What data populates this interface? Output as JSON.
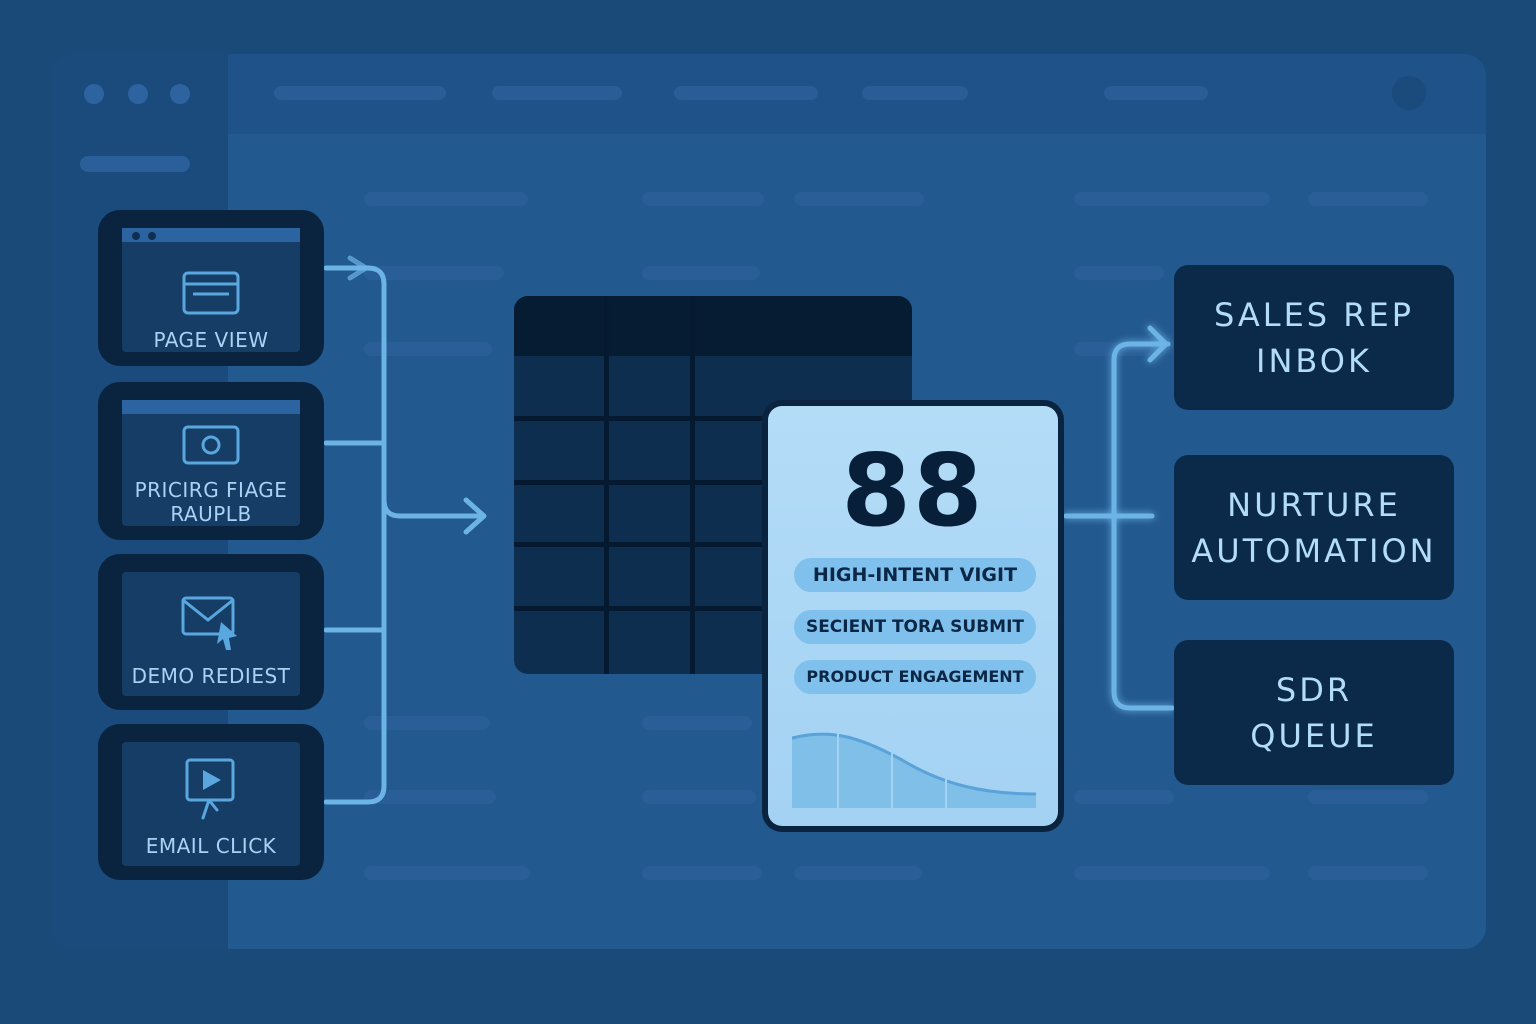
{
  "background": "#1a4a78",
  "accent": "#6db4e6",
  "sources": [
    {
      "icon": "browser-window-icon",
      "lines": [
        "PAGE VIEW"
      ]
    },
    {
      "icon": "pricing-tag-icon",
      "lines": [
        "PRICIRG FIAGE",
        "RAUPLB"
      ]
    },
    {
      "icon": "email-cursor-icon",
      "lines": [
        "DEMO REDIEST"
      ]
    },
    {
      "icon": "play-click-icon",
      "lines": [
        "EMAIL CLICK"
      ]
    }
  ],
  "score": {
    "value": "88",
    "signals": [
      "HIGH-INTENT VIGIT",
      "SECIENT TORA SUBMIT",
      "PRODUCT ENGAGEMENT"
    ]
  },
  "destinations": [
    {
      "lines": [
        "SALES REP",
        "INBOK"
      ]
    },
    {
      "lines": [
        "NURTURE",
        "AUTOMATION"
      ]
    },
    {
      "lines": [
        "SDR",
        "QUEUE"
      ]
    }
  ]
}
